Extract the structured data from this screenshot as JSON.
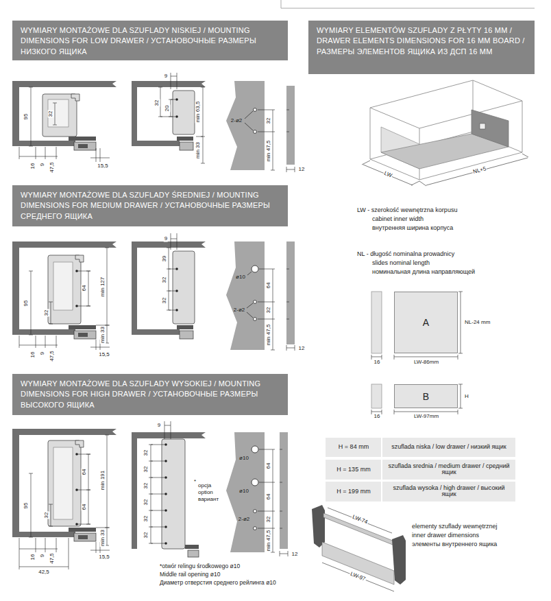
{
  "diagram": {
    "nodes": [
      {
        "text": [
          "WYMIARY MONTAŻOWE DLA SZUFLADY NISKIEJ / MOUNTING DIMENSIONS FOR LOW DRAWER / УСТАНОВОЧНЫЕ РАЗМЕРЫ НИЗКОГО ЯЩИКА"
        ]
      },
      {
        "text": [
          "WYMIARY ELEMENTÓW SZUFLADY Z PŁYTY 16 MM / DRAWER ELEMENTS DIMENSIONS FOR 16 MM BOARD / РАЗМЕРЫ ЭЛЕМЕНТОВ ЯЩИКА ИЗ ДСП 16 ММ"
        ]
      },
      {
        "text": [
          "WYMIARY MONTAŻOWE DLA SZUFLADY ŚREDNIEJ / MOUNTING DIMENSIONS FOR MEDIUM DRAWER / УСТАНОВОЧНЫЕ РАЗМЕРЫ СРЕДНЕГО ЯЩИКА"
        ]
      },
      {
        "text": [
          "A"
        ]
      },
      {
        "text": [
          "WYMIARY MONTAŻOWE DLA SZUFLADY WYSOKIEJ / MOUNTING DIMENSIONS FOR HIGH DRAWER / УСТАНОВОЧНЫЕ РАЗМЕРЫ ВЫСОКОГО ЯЩИКА"
        ]
      },
      {
        "text": [
          "B"
        ]
      }
    ],
    "labels": [
      "95",
      "32",
      "16",
      "9",
      "47,5",
      "15,5",
      "9",
      "32",
      "20",
      "min 63,5",
      "min 33",
      "2-ø2",
      "32",
      "min 47,5",
      "12",
      "95",
      "32",
      "64",
      "min 127",
      "min 33",
      "16",
      "9",
      "47,5",
      "15,5",
      "9",
      "39",
      "32",
      "32",
      "ø10",
      "64",
      "2-ø2",
      "32",
      "min 47,5",
      "12",
      "95",
      "32",
      "64",
      "64",
      "min 191",
      "min 33",
      "16",
      "9",
      "47,5",
      "42,5",
      "15,5",
      "9",
      "32",
      "32",
      "32",
      "32",
      "32",
      "32",
      "*",
      "opcja",
      "option",
      "вариант",
      "ø10",
      "64",
      "ø10",
      "64",
      "2-ø2",
      "32",
      "min 47,5",
      "12",
      "*otwór relingu środkowego ø10",
      "Middle rail opening ø10",
      "Диаметр отверстия среднего рейлинга ø10",
      "LW",
      "NL+5",
      "LW - szerokość wewnętrzna korpusu",
      "cabinet inner width",
      "внутренняя ширина корпуса",
      "NL - długość nominalna prowadnicy",
      "slides nominal length",
      "номинальная длина направляющей",
      "16",
      "LW-86mm",
      "NL-24 mm",
      "16",
      "LW-97mm",
      "H",
      "H = 84 mm",
      "szuflada niska / low drawer / низкий ящик",
      "H = 135 mm",
      "szuflada srednia / medium drawer / средний ящик",
      "H = 199 mm",
      "szuflada wysoka / high drawer / высокий ящик",
      "LW-74",
      "LW-97",
      "elementy szuflady wewnętrznej",
      "inner drawer dimensions",
      "элементы внутреннего ящика"
    ]
  }
}
